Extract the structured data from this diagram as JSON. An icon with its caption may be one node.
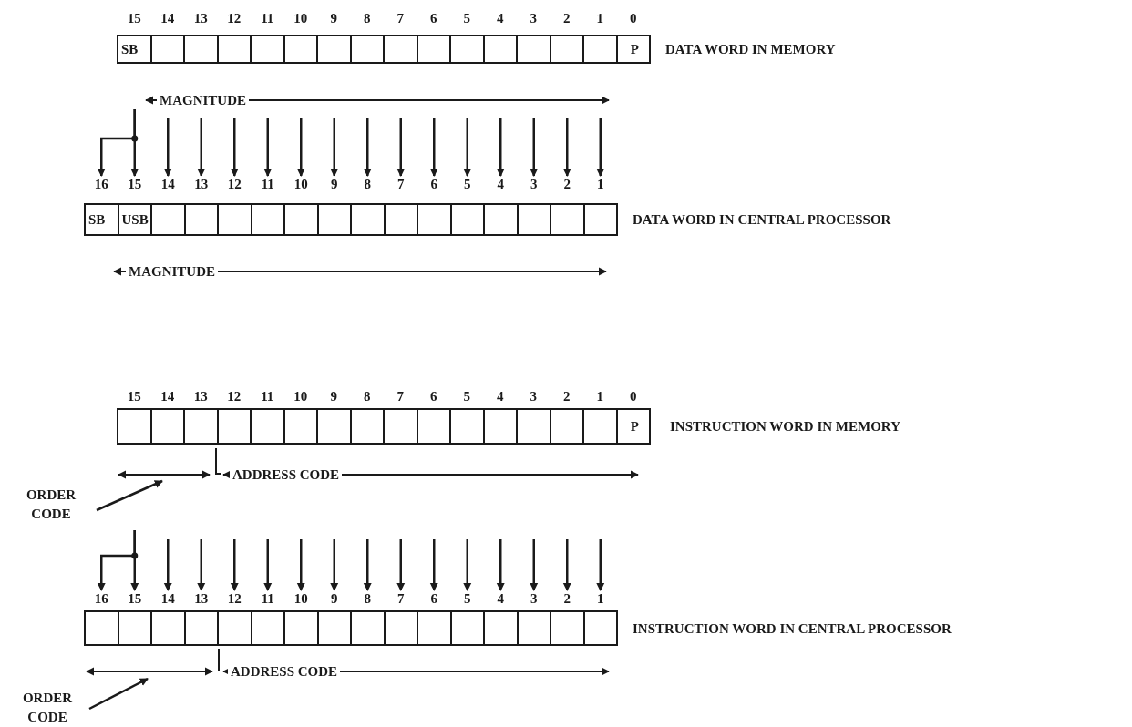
{
  "diagram": {
    "nodes": [
      {
        "text": [
          "SB"
        ]
      },
      {
        "text": [],
        "shape": "box"
      },
      {
        "text": [],
        "shape": "box"
      },
      {
        "text": [],
        "shape": "box"
      },
      {
        "text": [],
        "shape": "box"
      },
      {
        "text": [],
        "shape": "box"
      },
      {
        "text": [],
        "shape": "box"
      },
      {
        "text": [],
        "shape": "box"
      },
      {
        "text": [],
        "shape": "box"
      },
      {
        "text": [],
        "shape": "box"
      },
      {
        "text": [],
        "shape": "box"
      },
      {
        "text": [],
        "shape": "box"
      },
      {
        "text": [],
        "shape": "box"
      },
      {
        "text": [],
        "shape": "box"
      },
      {
        "text": [],
        "shape": "box"
      },
      {
        "text": [
          "P"
        ]
      },
      {
        "text": [
          "16"
        ]
      },
      {
        "text": [
          "15"
        ]
      },
      {
        "text": [
          "14"
        ]
      },
      {
        "text": [
          "13"
        ]
      },
      {
        "text": [
          "12"
        ]
      },
      {
        "text": [
          "11"
        ]
      },
      {
        "text": [
          "10"
        ]
      },
      {
        "text": [
          "9"
        ]
      },
      {
        "text": [
          "8"
        ]
      },
      {
        "text": [
          "7"
        ]
      },
      {
        "text": [
          "6"
        ]
      },
      {
        "text": [
          "5"
        ]
      },
      {
        "text": [
          "4"
        ]
      },
      {
        "text": [
          "3"
        ]
      },
      {
        "text": [
          "2"
        ]
      },
      {
        "text": [
          "1"
        ]
      },
      {
        "text": [
          "SB"
        ]
      },
      {
        "text": [
          "USB"
        ]
      },
      {
        "text": [],
        "shape": "box"
      },
      {
        "text": [],
        "shape": "box"
      },
      {
        "text": [],
        "shape": "box"
      },
      {
        "text": [],
        "shape": "box"
      },
      {
        "text": [],
        "shape": "box"
      },
      {
        "text": [],
        "shape": "box"
      },
      {
        "text": [],
        "shape": "box"
      },
      {
        "text": [],
        "shape": "box"
      },
      {
        "text": [],
        "shape": "box"
      },
      {
        "text": [],
        "shape": "box"
      },
      {
        "text": [],
        "shape": "box"
      },
      {
        "text": [],
        "shape": "box"
      },
      {
        "text": [],
        "shape": "box"
      },
      {
        "text": [],
        "shape": "box"
      },
      {
        "text": [],
        "shape": "box"
      },
      {
        "text": [],
        "shape": "box"
      },
      {
        "text": [],
        "shape": "box"
      },
      {
        "text": [],
        "shape": "box"
      },
      {
        "text": [],
        "shape": "box"
      },
      {
        "text": [],
        "shape": "box"
      },
      {
        "text": [],
        "shape": "box"
      },
      {
        "text": [],
        "shape": "box"
      },
      {
        "text": [],
        "shape": "box"
      },
      {
        "text": [],
        "shape": "box"
      },
      {
        "text": [],
        "shape": "box"
      },
      {
        "text": [],
        "shape": "box"
      },
      {
        "text": [],
        "shape": "box"
      },
      {
        "text": [],
        "shape": "box"
      },
      {
        "text": [],
        "shape": "box"
      },
      {
        "text": [
          "P"
        ]
      },
      {
        "text": [
          "ORDER CODE"
        ]
      },
      {
        "text": [
          "16"
        ]
      },
      {
        "text": [
          "15"
        ]
      },
      {
        "text": [
          "14"
        ]
      },
      {
        "text": [
          "13"
        ]
      },
      {
        "text": [
          "12"
        ]
      },
      {
        "text": [
          "11"
        ]
      },
      {
        "text": [
          "10"
        ]
      },
      {
        "text": [
          "9"
        ]
      },
      {
        "text": [
          "8"
        ]
      },
      {
        "text": [
          "7"
        ]
      },
      {
        "text": [
          "6"
        ]
      },
      {
        "text": [
          "5"
        ]
      },
      {
        "text": [
          "4"
        ]
      },
      {
        "text": [
          "3"
        ]
      },
      {
        "text": [
          "2"
        ]
      },
      {
        "text": [
          "1"
        ]
      },
      {
        "text": [],
        "shape": "box"
      },
      {
        "text": [],
        "shape": "box"
      },
      {
        "text": [],
        "shape": "box"
      },
      {
        "text": [],
        "shape": "box"
      },
      {
        "text": [],
        "shape": "box"
      },
      {
        "text": [],
        "shape": "box"
      },
      {
        "text": [],
        "shape": "box"
      },
      {
        "text": [],
        "shape": "box"
      },
      {
        "text": [],
        "shape": "box"
      },
      {
        "text": [],
        "shape": "box"
      },
      {
        "text": [],
        "shape": "box"
      },
      {
        "text": [],
        "shape": "box"
      },
      {
        "text": [],
        "shape": "box"
      },
      {
        "text": [],
        "shape": "box"
      },
      {
        "text": [],
        "shape": "box"
      },
      {
        "text": [],
        "shape": "box"
      },
      {
        "text": [
          "ORDER CODE"
        ]
      }
    ],
    "edges": [
      {
        "from": null,
        "to": 16,
        "arrow": "to"
      },
      {
        "from": null,
        "to": 17,
        "arrow": "to"
      },
      {
        "from": null,
        "to": 18,
        "arrow": "to"
      },
      {
        "from": null,
        "to": 19,
        "arrow": "to"
      },
      {
        "from": null,
        "to": 20,
        "arrow": "to"
      },
      {
        "from": null,
        "to": 21,
        "arrow": "to"
      },
      {
        "from": null,
        "to": 22,
        "arrow": "to"
      },
      {
        "from": null,
        "to": 23,
        "arrow": "to"
      },
      {
        "from": null,
        "to": 24,
        "arrow": "to"
      },
      {
        "from": null,
        "to": 25,
        "arrow": "to"
      },
      {
        "from": null,
        "to": 26,
        "arrow": "to"
      },
      {
        "from": null,
        "to": 27,
        "arrow": "to"
      },
      {
        "from": null,
        "to": 28,
        "arrow": "to"
      },
      {
        "from": null,
        "to": 29,
        "arrow": "to"
      },
      {
        "from": null,
        "to": 30,
        "arrow": "to"
      },
      {
        "from": null,
        "to": 31,
        "arrow": "to"
      },
      {
        "from": null,
        "to": 65,
        "arrow": "to"
      },
      {
        "from": null,
        "to": 66,
        "arrow": "to"
      },
      {
        "from": null,
        "to": 67,
        "arrow": "to"
      },
      {
        "from": null,
        "to": 68,
        "arrow": "to"
      },
      {
        "from": null,
        "to": 69,
        "arrow": "to"
      },
      {
        "from": null,
        "to": 70,
        "arrow": "to"
      },
      {
        "from": null,
        "to": 71,
        "arrow": "to"
      },
      {
        "from": null,
        "to": 72,
        "arrow": "to"
      },
      {
        "from": null,
        "to": 73,
        "arrow": "to"
      },
      {
        "from": null,
        "to": 74,
        "arrow": "to"
      },
      {
        "from": null,
        "to": 75,
        "arrow": "to"
      },
      {
        "from": null,
        "to": 76,
        "arrow": "to"
      },
      {
        "from": null,
        "to": 77,
        "arrow": "to"
      },
      {
        "from": null,
        "to": 78,
        "arrow": "to"
      },
      {
        "from": null,
        "to": 79,
        "arrow": "to"
      },
      {
        "from": null,
        "to": 80,
        "arrow": "to"
      },
      {
        "from": 64,
        "to": null,
        "arrow": "to"
      },
      {
        "from": 97,
        "to": null,
        "arrow": "to"
      }
    ],
    "labels": [
      "15",
      "14",
      "13",
      "12",
      "11",
      "10",
      "9",
      "8",
      "7",
      "6",
      "5",
      "4",
      "3",
      "2",
      "1",
      "0",
      "DATA WORD IN MEMORY",
      "MAGNITUDE",
      "DATA WORD IN CENTRAL PROCESSOR",
      "MAGNITUDE",
      "15",
      "14",
      "13",
      "12",
      "11",
      "10",
      "9",
      "8",
      "7",
      "6",
      "5",
      "4",
      "3",
      "2",
      "1",
      "0",
      "INSTRUCTION WORD IN MEMORY",
      "ADDRESS CODE",
      "INSTRUCTION WORD IN CENTRAL PROCESSOR",
      "ADDRESS CODE"
    ]
  }
}
